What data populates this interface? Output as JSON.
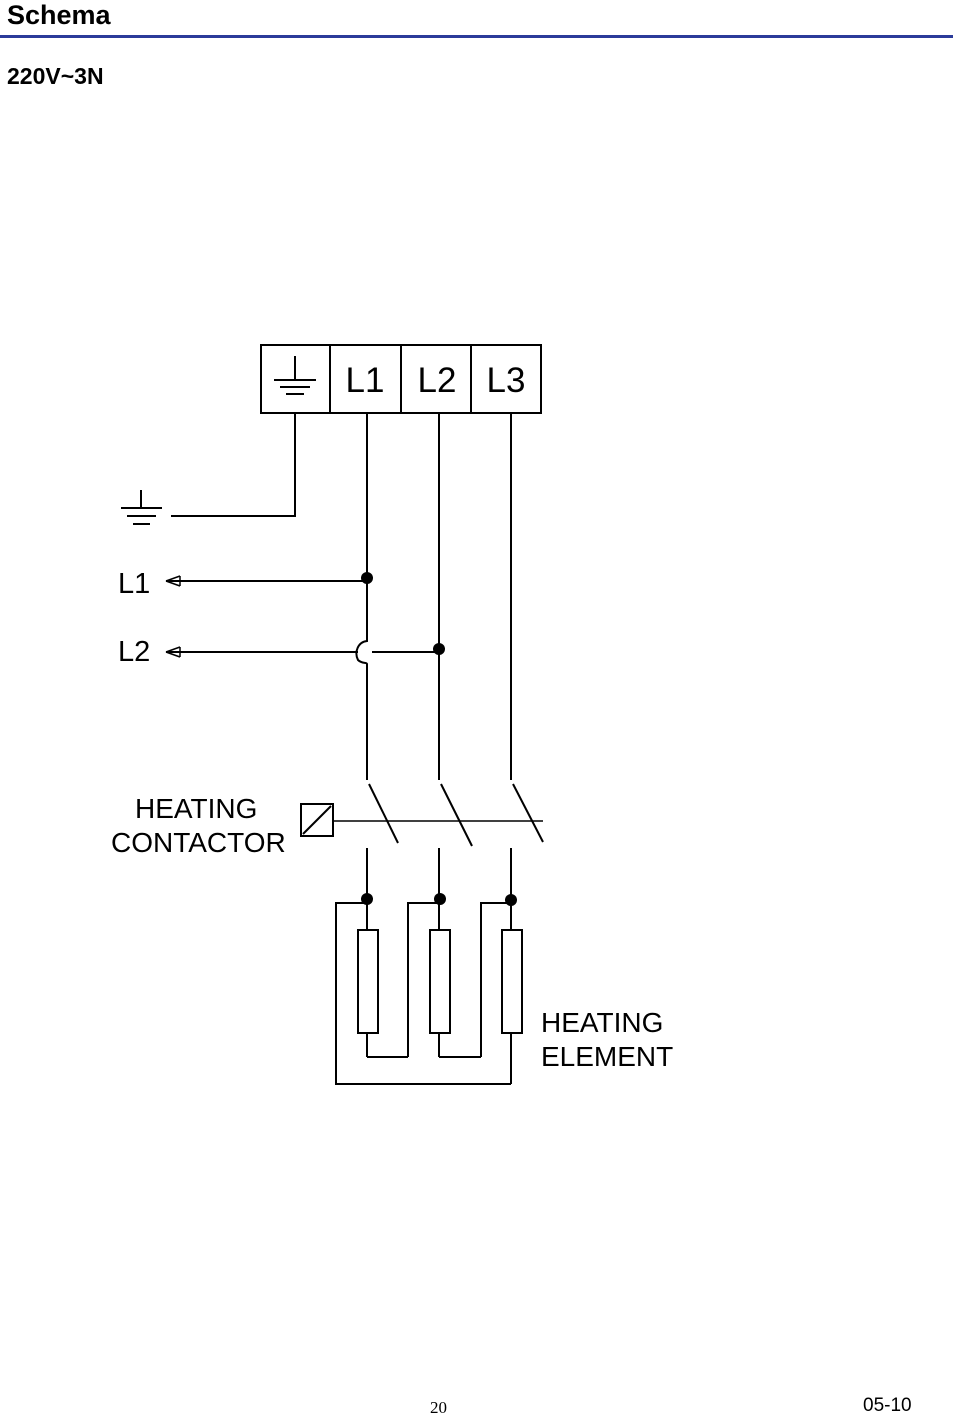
{
  "header": {
    "title": "Schema",
    "subtitle": "220V~3N",
    "rule_color": "#2b3b9a"
  },
  "diagram": {
    "terminal_block": {
      "labels": [
        "L1",
        "L2",
        "L3"
      ],
      "ground_icon": "ground-icon"
    },
    "inputs": {
      "ground_icon": "ground-icon",
      "l1_label": "L1",
      "l2_label": "L2"
    },
    "contactor": {
      "label_line1": "HEATING",
      "label_line2": "CONTACTOR"
    },
    "element": {
      "label_line1": "HEATING",
      "label_line2": "ELEMENT"
    }
  },
  "footer": {
    "page_number": "20",
    "date": "05-10"
  }
}
